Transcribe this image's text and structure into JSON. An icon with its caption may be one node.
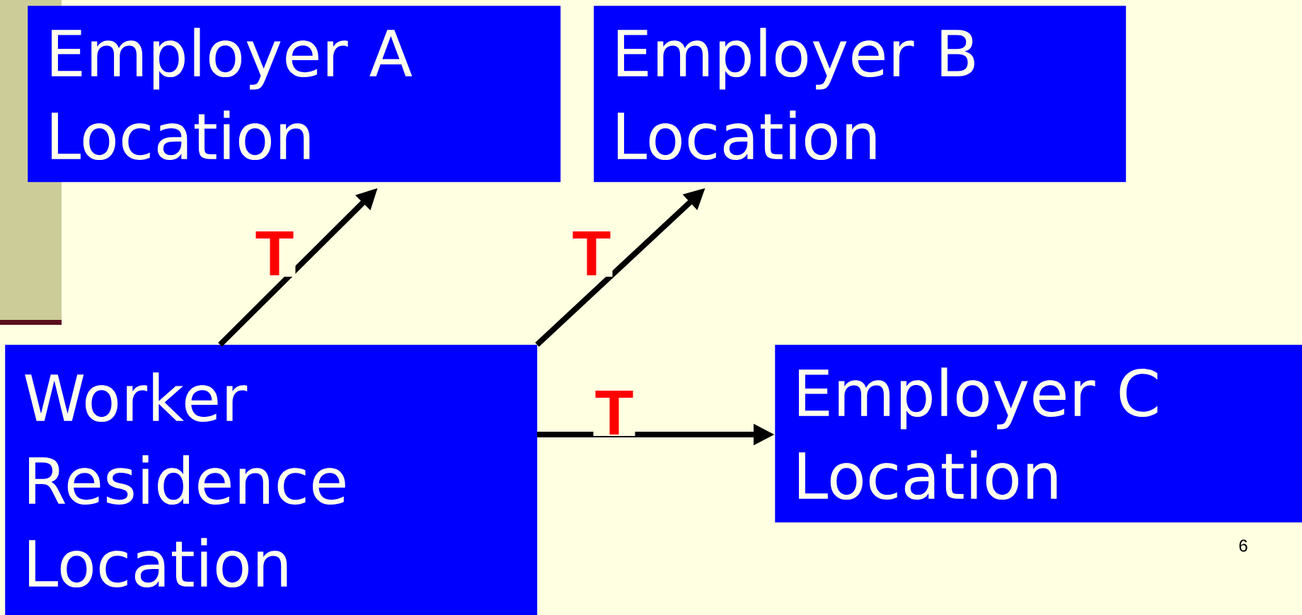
{
  "diagram": {
    "nodes": [
      {
        "text": [
          "Employer A Location"
        ]
      },
      {
        "text": [
          "Employer B Location"
        ]
      },
      {
        "text": [
          "Worker Residence Location"
        ]
      },
      {
        "text": [
          "Employer C Location"
        ]
      }
    ],
    "edges": [
      {
        "from": 2,
        "to": 0,
        "arrow": "to",
        "label": "T"
      },
      {
        "from": 2,
        "to": 1,
        "arrow": "to",
        "label": "T"
      },
      {
        "from": 2,
        "to": 3,
        "arrow": "to",
        "label": "T"
      }
    ],
    "labels": [
      "6"
    ]
  }
}
